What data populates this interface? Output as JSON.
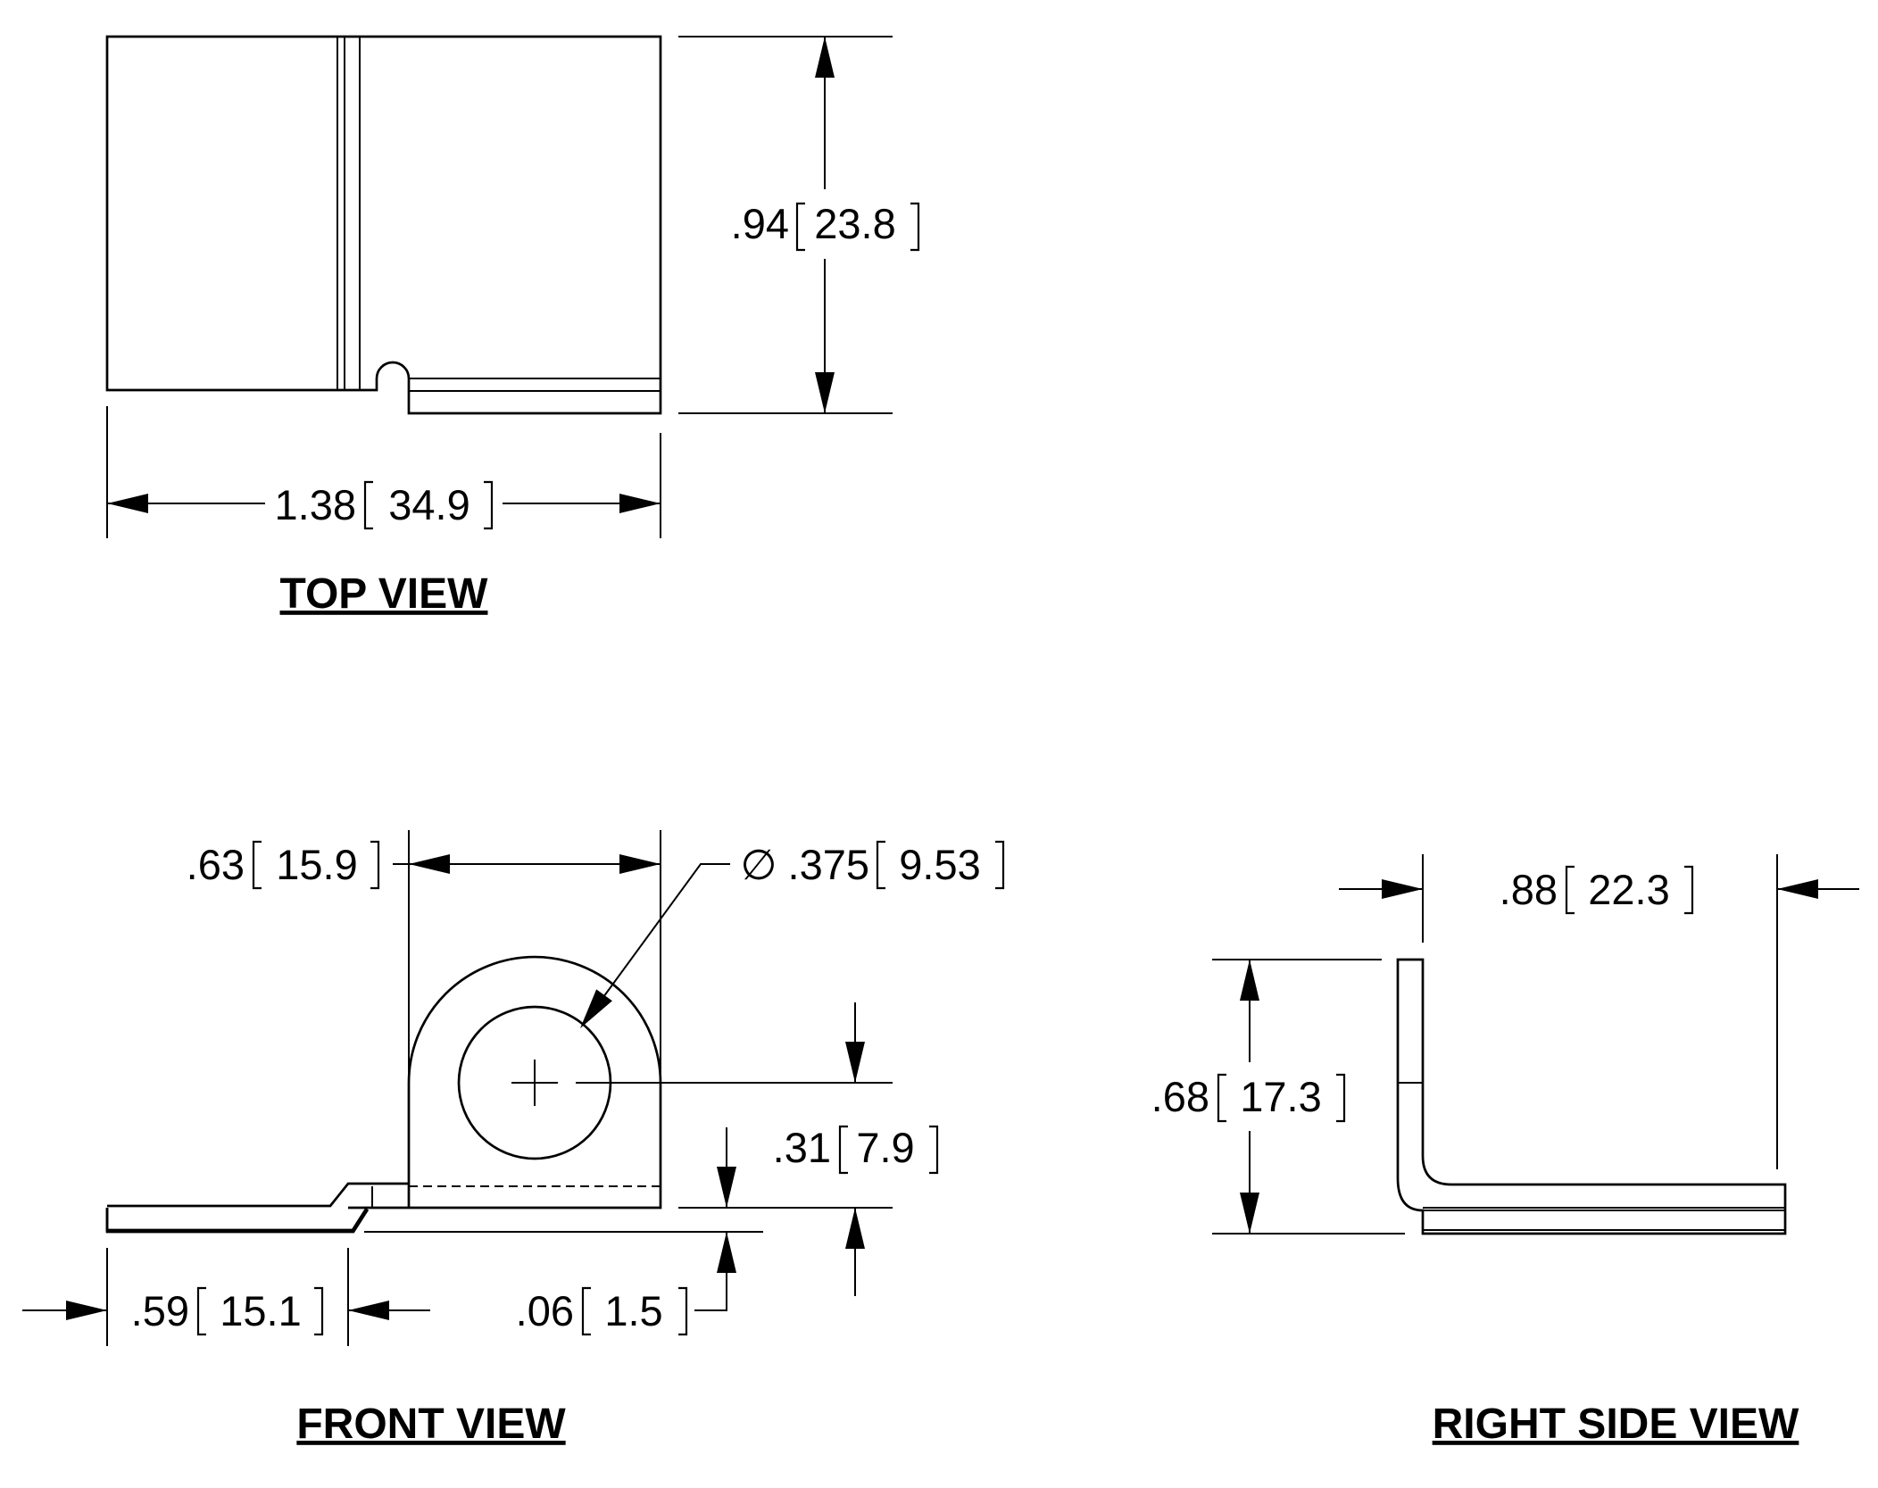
{
  "views": {
    "top": "TOP VIEW",
    "front": "FRONT VIEW",
    "right_side": "RIGHT SIDE VIEW"
  },
  "dimensions": {
    "top_height": {
      "in": ".94",
      "mm": "23.8"
    },
    "top_width": {
      "in": "1.38",
      "mm": "34.9"
    },
    "tab_width": {
      "in": ".63",
      "mm": "15.9"
    },
    "hole_diameter": {
      "symbol": "∅",
      "in": ".375",
      "mm": "9.53"
    },
    "hole_center_height": {
      "in": ".31",
      "mm": "7.9"
    },
    "foot_length": {
      "in": ".59",
      "mm": "15.1"
    },
    "thickness": {
      "in": ".06",
      "mm": "1.5"
    },
    "side_width": {
      "in": ".88",
      "mm": "22.3"
    },
    "side_height": {
      "in": ".68",
      "mm": "17.3"
    }
  }
}
